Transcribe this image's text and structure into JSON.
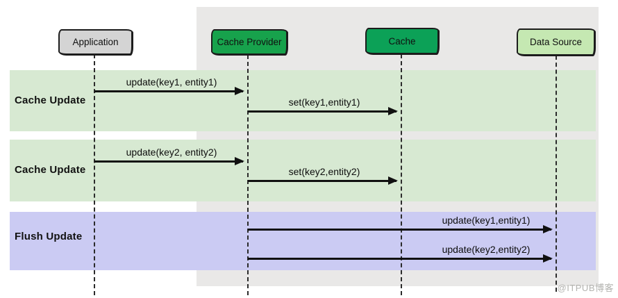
{
  "diagram_type": "uml-sequence-diagram",
  "actors": [
    {
      "id": "application",
      "label": "Application"
    },
    {
      "id": "cache-provider",
      "label": "Cache Provider"
    },
    {
      "id": "cache",
      "label": "Cache"
    },
    {
      "id": "data-source",
      "label": "Data Source"
    }
  ],
  "bands": [
    {
      "label": "Cache Update",
      "messages": [
        {
          "text": "update(key1, entity1)",
          "from": "Application",
          "to": "Cache Provider"
        },
        {
          "text": "set(key1,entity1)",
          "from": "Cache Provider",
          "to": "Cache"
        }
      ]
    },
    {
      "label": "Cache Update",
      "messages": [
        {
          "text": "update(key2, entity2)",
          "from": "Application",
          "to": "Cache Provider"
        },
        {
          "text": "set(key2,entity2)",
          "from": "Cache Provider",
          "to": "Cache"
        }
      ]
    },
    {
      "label": "Flush Update",
      "messages": [
        {
          "text": "update(key1,entity1)",
          "from": "Cache Provider",
          "to": "Data Source"
        },
        {
          "text": "update(key2,entity2)",
          "from": "Cache Provider",
          "to": "Data Source"
        }
      ]
    }
  ],
  "watermark": "@ITPUB博客",
  "colors": {
    "panel_background": "#e9e8e7",
    "band_cache_update": "#d7e9d2",
    "band_flush_update": "#cbcbf3",
    "actor_application": "#d4d4d4",
    "actor_cache_provider": "#17a24c",
    "actor_cache": "#0ca157",
    "actor_data_source": "#c5e8b2",
    "ink": "#1c1c1c",
    "watermark": "#b3b3af"
  }
}
